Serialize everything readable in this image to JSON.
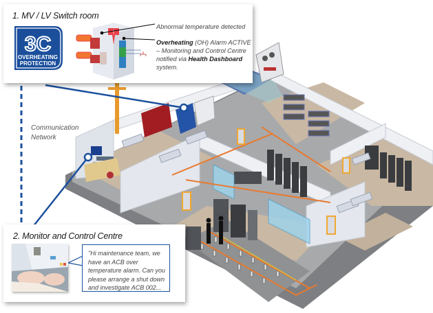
{
  "callouts": {
    "switch_room": {
      "title": "1. MV / LV Switch room",
      "logo": {
        "mark": "3C",
        "line1": "OVERHEATING",
        "line2": "PROTECTION",
        "color": "#1b4f9c"
      },
      "notes": {
        "temperature": "Abnormal temperature detected",
        "alarm_bold": "Overheating",
        "alarm_mid": " (OH) Alarm ACTIVE – Monitoring and Control Centre notified via ",
        "alarm_bold2": "Health Dashboard",
        "alarm_end": " system."
      }
    },
    "control_centre": {
      "title": "2. Monitor and Control Centre",
      "message": "\"Hi maintenance team, we have an ACB over temperature alarm. Can you please arrange a shut down and investigate ACB 002..."
    }
  },
  "network": {
    "label_line1": "Communication",
    "label_line2": "Network"
  },
  "colors": {
    "accent_blue": "#1b4f9c",
    "alarm_red": "#e8404a",
    "pipe_orange": "#e87a2f",
    "pole_orange": "#e79a2c",
    "floor_tan": "#c9b8a3",
    "wall_light": "#dfe3ea"
  }
}
